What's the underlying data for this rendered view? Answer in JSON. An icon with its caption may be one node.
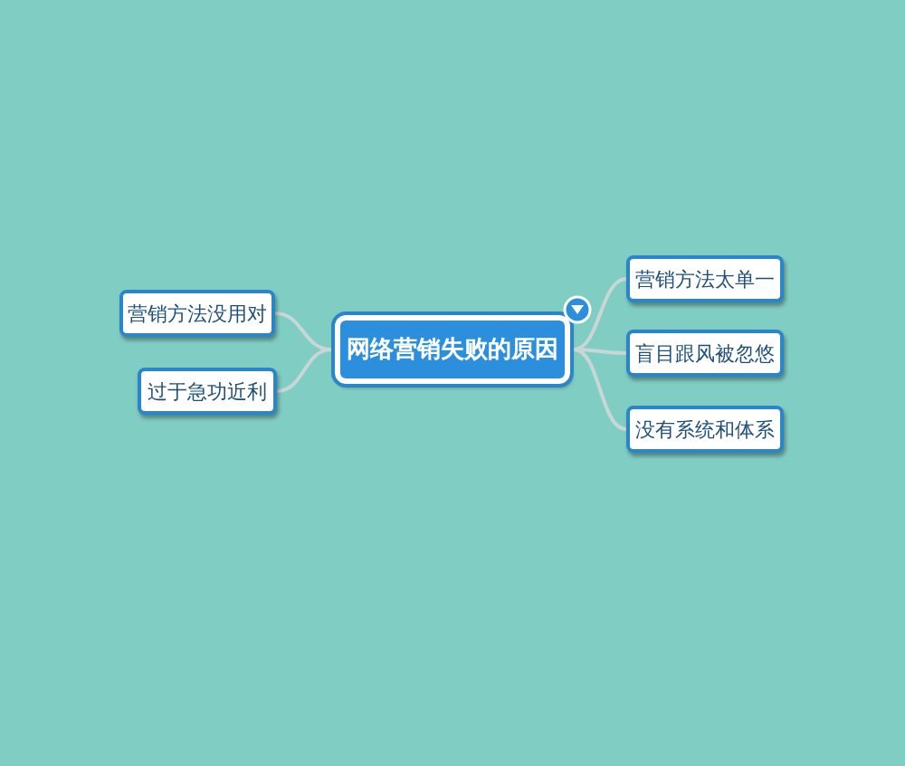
{
  "diagram": {
    "nodes": [
      {
        "text": [
          "网络营销失败的原因"
        ]
      },
      {
        "text": [
          "营销方法没用对"
        ]
      },
      {
        "text": [
          "过于急功近利"
        ]
      },
      {
        "text": [
          "营销方法太单一"
        ]
      },
      {
        "text": [
          "盲目跟风被忽悠"
        ]
      },
      {
        "text": [
          "没有系统和体系"
        ]
      }
    ],
    "edges": [
      {
        "from": 0,
        "to": 1,
        "arrow": "none"
      },
      {
        "from": 0,
        "to": 2,
        "arrow": "none"
      },
      {
        "from": 0,
        "to": 3,
        "arrow": "none"
      },
      {
        "from": 0,
        "to": 4,
        "arrow": "none"
      },
      {
        "from": 0,
        "to": 5,
        "arrow": "none"
      }
    ]
  }
}
